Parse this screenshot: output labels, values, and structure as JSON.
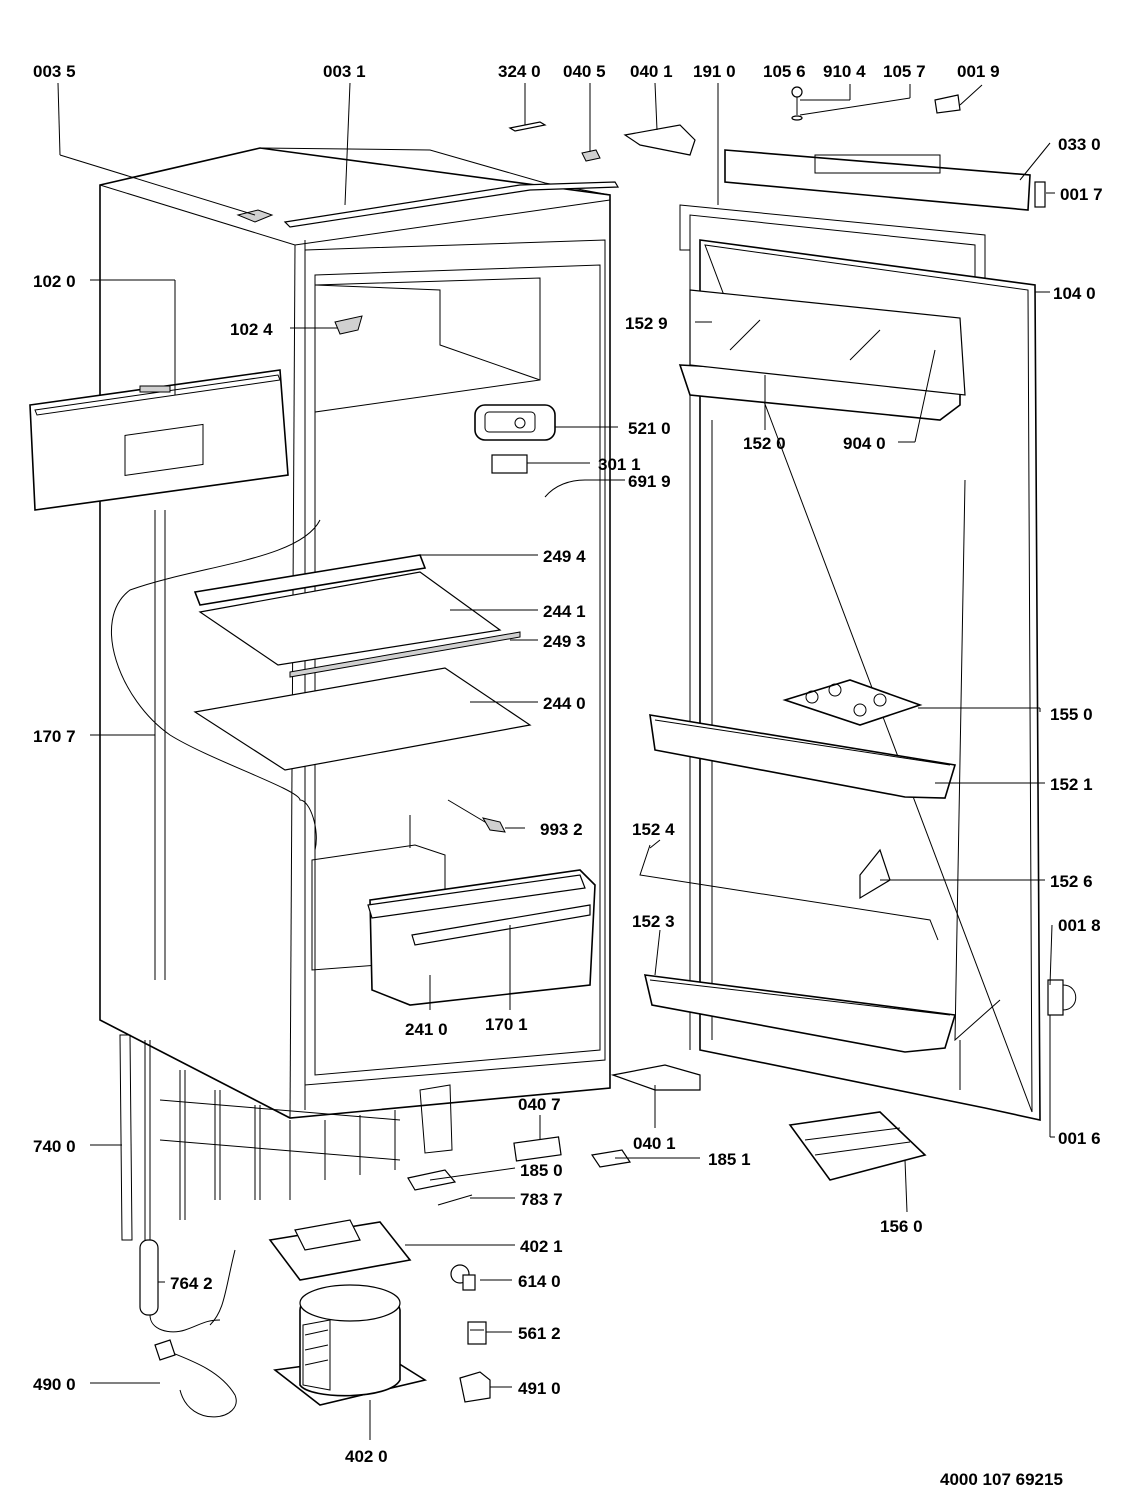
{
  "labels": {
    "p0035": "003 5",
    "p0031": "003 1",
    "p3240": "324 0",
    "p0405": "040 5",
    "p0401a": "040 1",
    "p1910": "191 0",
    "p1056": "105 6",
    "p9104": "910 4",
    "p1057": "105 7",
    "p0019": "001 9",
    "p0330": "033 0",
    "p0017": "001 7",
    "p1020": "102 0",
    "p1024": "102 4",
    "p1040": "104 0",
    "p1529": "152 9",
    "p5210": "521 0",
    "p1520": "152 0",
    "p9040": "904 0",
    "p3011": "301 1",
    "p6919": "691 9",
    "p2494": "249 4",
    "p2441": "244 1",
    "p2493": "249 3",
    "p2440": "244 0",
    "p1550": "155 0",
    "p1707": "170 7",
    "p1521": "152 1",
    "p9932": "993 2",
    "p1524": "152 4",
    "p1526": "152 6",
    "p1523": "152 3",
    "p0018": "001 8",
    "p2410": "241 0",
    "p1701": "170 1",
    "p0407": "040 7",
    "p0401b": "040 1",
    "p1851": "185 1",
    "p0016": "001 6",
    "p7400": "740 0",
    "p1850": "185 0",
    "p7837": "783 7",
    "p1560": "156 0",
    "p4021": "402 1",
    "p7642": "764 2",
    "p6140": "614 0",
    "p5612": "561 2",
    "p4900": "490 0",
    "p4910": "491 0",
    "p4020": "402 0"
  },
  "doc_number": "4000 107 69215",
  "colors": {
    "ink": "#000000",
    "paper": "#ffffff",
    "shade": "#d0d0d0"
  }
}
